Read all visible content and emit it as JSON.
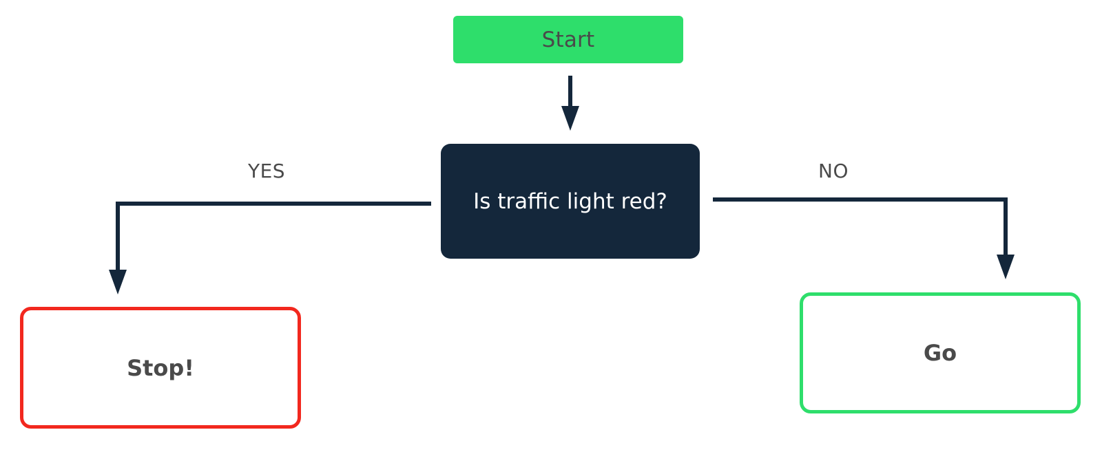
{
  "colors": {
    "start_fill": "#2ede6b",
    "start_text": "#4a4a4a",
    "decision_fill": "#14273b",
    "decision_text": "#ffffff",
    "stop_border": "#f2281e",
    "go_border": "#2ede6b",
    "end_text": "#4a4a4a",
    "arrow": "#14273b"
  },
  "nodes": {
    "start": {
      "label": "Start"
    },
    "decision": {
      "label": "Is traffic light red?"
    },
    "stop": {
      "label": "Stop!"
    },
    "go": {
      "label": "Go"
    }
  },
  "edges": {
    "yes": {
      "label": "YES"
    },
    "no": {
      "label": "NO"
    }
  }
}
